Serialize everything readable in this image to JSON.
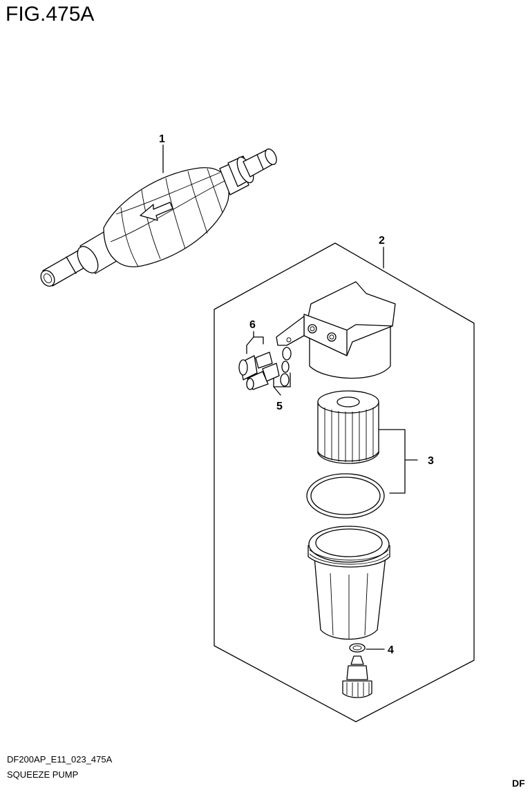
{
  "figure_title": "FIG.475A",
  "reference_code": "DF200AP_E11_023_475A",
  "caption": "SQUEEZE PUMP",
  "corner_tag": "DF",
  "callouts": {
    "c1": "1",
    "c2": "2",
    "c3": "3",
    "c4": "4",
    "c5": "5",
    "c6": "6"
  }
}
